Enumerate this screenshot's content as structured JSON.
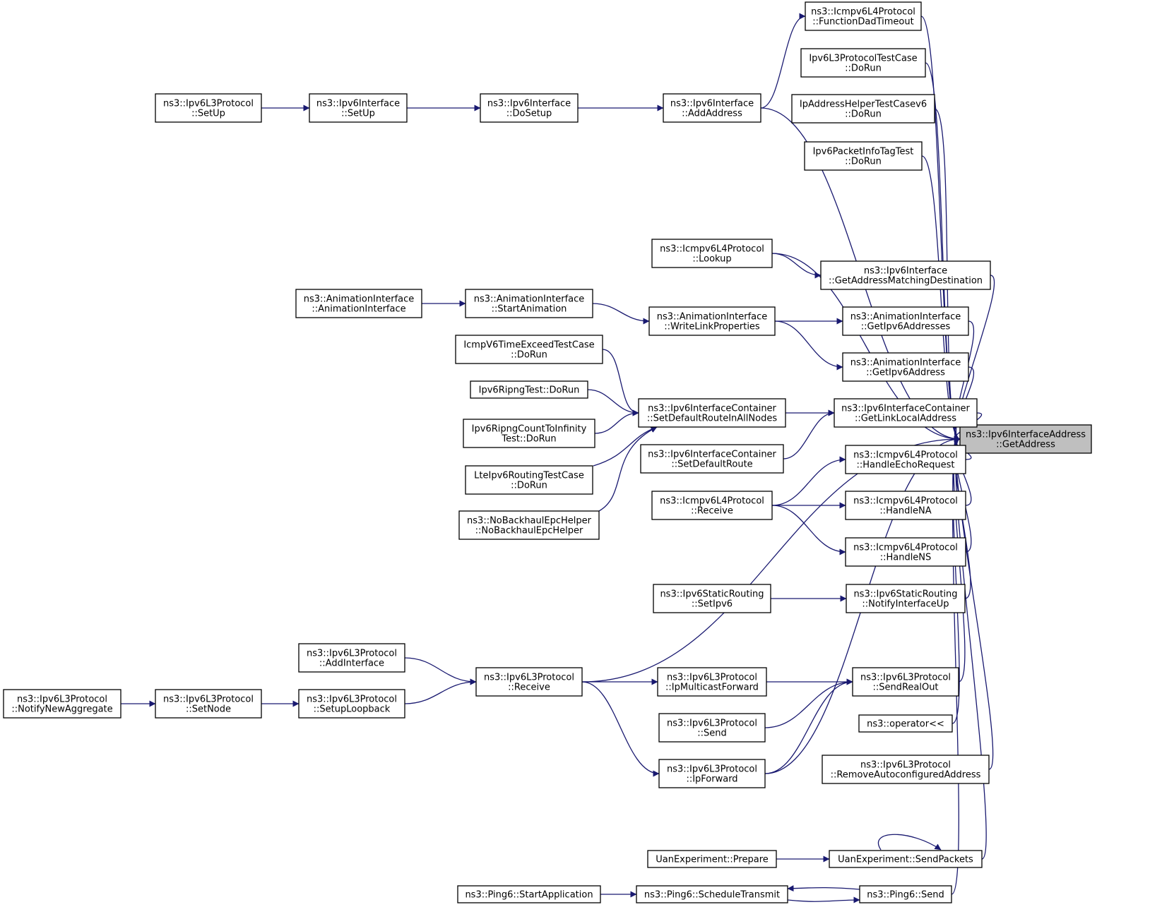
{
  "colors": {
    "edge": "#191970",
    "node_border": "#000000",
    "node_fill": "#ffffff",
    "focus_fill": "#bfbfbf"
  },
  "nodes": [
    {
      "id": "getaddress",
      "lines": [
        "ns3::Ipv6InterfaceAddress",
        "::GetAddress"
      ],
      "focus": true
    },
    {
      "id": "dadtimeout",
      "lines": [
        "ns3::Icmpv6L4Protocol",
        "::FunctionDadTimeout"
      ]
    },
    {
      "id": "l3testcase",
      "lines": [
        "Ipv6L3ProtocolTestCase",
        "::DoRun"
      ]
    },
    {
      "id": "iphelpertest",
      "lines": [
        "IpAddressHelperTestCasev6",
        "::DoRun"
      ]
    },
    {
      "id": "pkttagtest",
      "lines": [
        "Ipv6PacketInfoTagTest",
        "::DoRun"
      ]
    },
    {
      "id": "l3setup",
      "lines": [
        "ns3::Ipv6L3Protocol",
        "::SetUp"
      ]
    },
    {
      "id": "ifsetup",
      "lines": [
        "ns3::Ipv6Interface",
        "::SetUp"
      ]
    },
    {
      "id": "ifdosetup",
      "lines": [
        "ns3::Ipv6Interface",
        "::DoSetup"
      ]
    },
    {
      "id": "ifaddaddr",
      "lines": [
        "ns3::Ipv6Interface",
        "::AddAddress"
      ]
    },
    {
      "id": "icmplookup",
      "lines": [
        "ns3::Icmpv6L4Protocol",
        "::Lookup"
      ]
    },
    {
      "id": "getaddrmatch",
      "lines": [
        "ns3::Ipv6Interface",
        "::GetAddressMatchingDestination"
      ]
    },
    {
      "id": "animctor",
      "lines": [
        "ns3::AnimationInterface",
        "::AnimationInterface"
      ]
    },
    {
      "id": "startanim",
      "lines": [
        "ns3::AnimationInterface",
        "::StartAnimation"
      ]
    },
    {
      "id": "writelink",
      "lines": [
        "ns3::AnimationInterface",
        "::WriteLinkProperties"
      ]
    },
    {
      "id": "getipv6addrs",
      "lines": [
        "ns3::AnimationInterface",
        "::GetIpv6Addresses"
      ]
    },
    {
      "id": "getipv6addr",
      "lines": [
        "ns3::AnimationInterface",
        "::GetIpv6Address"
      ]
    },
    {
      "id": "timeexceed",
      "lines": [
        "IcmpV6TimeExceedTestCase",
        "::DoRun"
      ]
    },
    {
      "id": "ripngtest",
      "lines": [
        "Ipv6RipngTest::DoRun"
      ]
    },
    {
      "id": "ripngcount",
      "lines": [
        "Ipv6RipngCountToInfinity",
        "Test::DoRun"
      ]
    },
    {
      "id": "lterouting",
      "lines": [
        "LteIpv6RoutingTestCase",
        "::DoRun"
      ]
    },
    {
      "id": "nobackhaul",
      "lines": [
        "ns3::NoBackhaulEpcHelper",
        "::NoBackhaulEpcHelper"
      ]
    },
    {
      "id": "setdefallnodes",
      "lines": [
        "ns3::Ipv6InterfaceContainer",
        "::SetDefaultRouteInAllNodes"
      ]
    },
    {
      "id": "setdefroute",
      "lines": [
        "ns3::Ipv6InterfaceContainer",
        "::SetDefaultRoute"
      ]
    },
    {
      "id": "getlinklocal",
      "lines": [
        "ns3::Ipv6InterfaceContainer",
        "::GetLinkLocalAddress"
      ]
    },
    {
      "id": "icmpreceive",
      "lines": [
        "ns3::Icmpv6L4Protocol",
        "::Receive"
      ]
    },
    {
      "id": "echoreq",
      "lines": [
        "ns3::Icmpv6L4Protocol",
        "::HandleEchoRequest"
      ]
    },
    {
      "id": "handlena",
      "lines": [
        "ns3::Icmpv6L4Protocol",
        "::HandleNA"
      ]
    },
    {
      "id": "handlens",
      "lines": [
        "ns3::Icmpv6L4Protocol",
        "::HandleNS"
      ]
    },
    {
      "id": "staticsetipv6",
      "lines": [
        "ns3::Ipv6StaticRouting",
        "::SetIpv6"
      ]
    },
    {
      "id": "notifyifup",
      "lines": [
        "ns3::Ipv6StaticRouting",
        "::NotifyInterfaceUp"
      ]
    },
    {
      "id": "addinterface",
      "lines": [
        "ns3::Ipv6L3Protocol",
        "::AddInterface"
      ]
    },
    {
      "id": "notifyaggr",
      "lines": [
        "ns3::Ipv6L3Protocol",
        "::NotifyNewAggregate"
      ]
    },
    {
      "id": "setnode",
      "lines": [
        "ns3::Ipv6L3Protocol",
        "::SetNode"
      ]
    },
    {
      "id": "setuploopback",
      "lines": [
        "ns3::Ipv6L3Protocol",
        "::SetupLoopback"
      ]
    },
    {
      "id": "l3receive",
      "lines": [
        "ns3::Ipv6L3Protocol",
        "::Receive"
      ]
    },
    {
      "id": "ipmcastfwd",
      "lines": [
        "ns3::Ipv6L3Protocol",
        "::IpMulticastForward"
      ]
    },
    {
      "id": "l3send",
      "lines": [
        "ns3::Ipv6L3Protocol",
        "::Send"
      ]
    },
    {
      "id": "ipforward",
      "lines": [
        "ns3::Ipv6L3Protocol",
        "::IpForward"
      ]
    },
    {
      "id": "sendrealout",
      "lines": [
        "ns3::Ipv6L3Protocol",
        "::SendRealOut"
      ]
    },
    {
      "id": "operator",
      "lines": [
        "ns3::operator<<"
      ]
    },
    {
      "id": "removeauto",
      "lines": [
        "ns3::Ipv6L3Protocol",
        "::RemoveAutoconfiguredAddress"
      ]
    },
    {
      "id": "uanprepare",
      "lines": [
        "UanExperiment::Prepare"
      ]
    },
    {
      "id": "uansend",
      "lines": [
        "UanExperiment::SendPackets"
      ]
    },
    {
      "id": "pingstart",
      "lines": [
        "ns3::Ping6::StartApplication"
      ]
    },
    {
      "id": "pingsched",
      "lines": [
        "ns3::Ping6::ScheduleTransmit"
      ]
    },
    {
      "id": "pingsend",
      "lines": [
        "ns3::Ping6::Send"
      ]
    }
  ],
  "edges": [
    [
      "dadtimeout",
      "getaddress"
    ],
    [
      "l3testcase",
      "getaddress"
    ],
    [
      "iphelpertest",
      "getaddress"
    ],
    [
      "pkttagtest",
      "getaddress"
    ],
    [
      "ifaddaddr",
      "getaddress"
    ],
    [
      "icmplookup",
      "getaddress"
    ],
    [
      "getaddrmatch",
      "getaddress"
    ],
    [
      "getipv6addrs",
      "getaddress"
    ],
    [
      "getipv6addr",
      "getaddress"
    ],
    [
      "getlinklocal",
      "getaddress"
    ],
    [
      "echoreq",
      "getaddress"
    ],
    [
      "handlena",
      "getaddress"
    ],
    [
      "handlens",
      "getaddress"
    ],
    [
      "notifyifup",
      "getaddress"
    ],
    [
      "l3receive",
      "getaddress"
    ],
    [
      "sendrealout",
      "getaddress"
    ],
    [
      "operator",
      "getaddress"
    ],
    [
      "removeauto",
      "getaddress"
    ],
    [
      "ipforward",
      "getaddress"
    ],
    [
      "uansend",
      "getaddress"
    ],
    [
      "pingsend",
      "getaddress"
    ],
    [
      "ifaddaddr",
      "dadtimeout"
    ],
    [
      "l3setup",
      "ifsetup"
    ],
    [
      "ifsetup",
      "ifdosetup"
    ],
    [
      "ifdosetup",
      "ifaddaddr"
    ],
    [
      "icmplookup",
      "getaddrmatch"
    ],
    [
      "animctor",
      "startanim"
    ],
    [
      "startanim",
      "writelink"
    ],
    [
      "writelink",
      "getipv6addrs"
    ],
    [
      "writelink",
      "getipv6addr"
    ],
    [
      "timeexceed",
      "setdefallnodes"
    ],
    [
      "ripngtest",
      "setdefallnodes"
    ],
    [
      "ripngcount",
      "setdefallnodes"
    ],
    [
      "lterouting",
      "setdefallnodes"
    ],
    [
      "nobackhaul",
      "setdefallnodes"
    ],
    [
      "setdefallnodes",
      "getlinklocal"
    ],
    [
      "setdefroute",
      "getlinklocal"
    ],
    [
      "icmpreceive",
      "echoreq"
    ],
    [
      "icmpreceive",
      "handlena"
    ],
    [
      "icmpreceive",
      "handlens"
    ],
    [
      "staticsetipv6",
      "notifyifup"
    ],
    [
      "addinterface",
      "l3receive"
    ],
    [
      "notifyaggr",
      "setnode"
    ],
    [
      "setnode",
      "setuploopback"
    ],
    [
      "setuploopback",
      "l3receive"
    ],
    [
      "l3receive",
      "ipmcastfwd"
    ],
    [
      "l3receive",
      "ipforward"
    ],
    [
      "ipmcastfwd",
      "sendrealout"
    ],
    [
      "l3send",
      "sendrealout"
    ],
    [
      "ipforward",
      "sendrealout"
    ],
    [
      "uanprepare",
      "uansend"
    ],
    [
      "uansend",
      "uansend"
    ],
    [
      "pingstart",
      "pingsched"
    ],
    [
      "pingsched",
      "pingsend"
    ],
    [
      "pingsend",
      "pingsched"
    ]
  ]
}
